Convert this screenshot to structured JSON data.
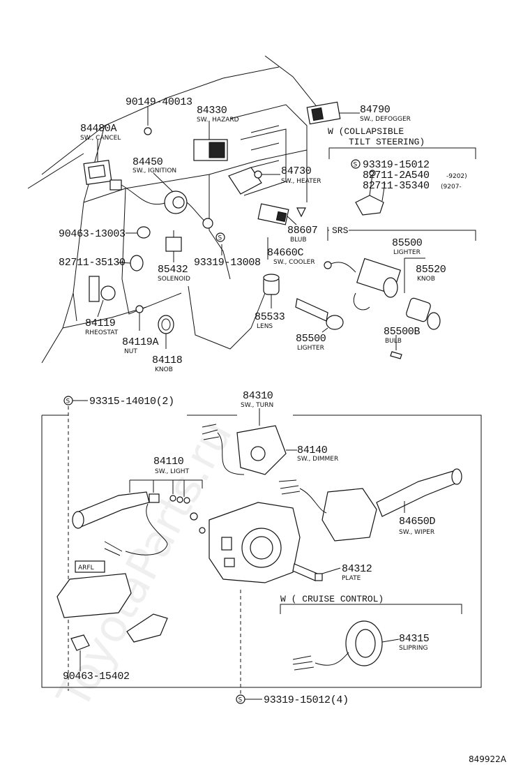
{
  "watermark": "ToyotaParts.ru",
  "drawing_no": "849922A",
  "box_labels": {
    "arfl": "ARFL",
    "collapsible": "W (COLLAPSIBLE",
    "tilt": "TILT STEERING)",
    "cruise": "W ( CRUISE CONTROL)",
    "srs": "SRS"
  },
  "parts": {
    "p84480A": {
      "num": "84480A",
      "desc": "SW., CANCEL"
    },
    "p90149": {
      "num": "90149-40013",
      "desc": ""
    },
    "p84330": {
      "num": "84330",
      "desc": "SW., HAZARD"
    },
    "p84790": {
      "num": "84790",
      "desc": "SW., DEFOGGER"
    },
    "p84450": {
      "num": "84450",
      "desc": "SW., IGNITION"
    },
    "p84730": {
      "num": "84730",
      "desc": "SW., HEATER"
    },
    "p93319a": {
      "num": "93319-15012",
      "desc": ""
    },
    "p82711a": {
      "num": "82711-2A540",
      "desc": "-9202)"
    },
    "p82711b": {
      "num": "82711-35340",
      "desc": "(9207-"
    },
    "p90463a": {
      "num": "90463-13003",
      "desc": ""
    },
    "p88607": {
      "num": "88607",
      "desc": "BLUB"
    },
    "p85500top": {
      "num": "85500",
      "desc": "LIGHTER"
    },
    "p82711c": {
      "num": "82711-35130",
      "desc": ""
    },
    "p85432": {
      "num": "85432",
      "desc": "SOLENOID"
    },
    "p93319b": {
      "num": "93319-13008",
      "desc": ""
    },
    "p84660C": {
      "num": "84660C",
      "desc": "SW., COOLER"
    },
    "p85520": {
      "num": "85520",
      "desc": "KNOB"
    },
    "p84119": {
      "num": "84119",
      "desc": "RHEOSTAT"
    },
    "p84119A": {
      "num": "84119A",
      "desc": "NUT"
    },
    "p84118": {
      "num": "84118",
      "desc": "KNOB"
    },
    "p85533": {
      "num": "85533",
      "desc": "LENS"
    },
    "p85500low": {
      "num": "85500",
      "desc": "LIGHTER"
    },
    "p85500B": {
      "num": "85500B",
      "desc": "BULB"
    },
    "p93315": {
      "num": "93315-14010(2)",
      "desc": ""
    },
    "p84310": {
      "num": "84310",
      "desc": "SW., TURN"
    },
    "p84140": {
      "num": "84140",
      "desc": "SW., DIMMER"
    },
    "p84110": {
      "num": "84110",
      "desc": "SW., LIGHT"
    },
    "p84650D": {
      "num": "84650D",
      "desc": "SW., WIPER"
    },
    "p84312": {
      "num": "84312",
      "desc": "PLATE"
    },
    "p84315": {
      "num": "84315",
      "desc": "SLIPRING"
    },
    "p90463b": {
      "num": "90463-15402",
      "desc": ""
    },
    "p93319c": {
      "num": "93319-15012(4)",
      "desc": ""
    }
  }
}
